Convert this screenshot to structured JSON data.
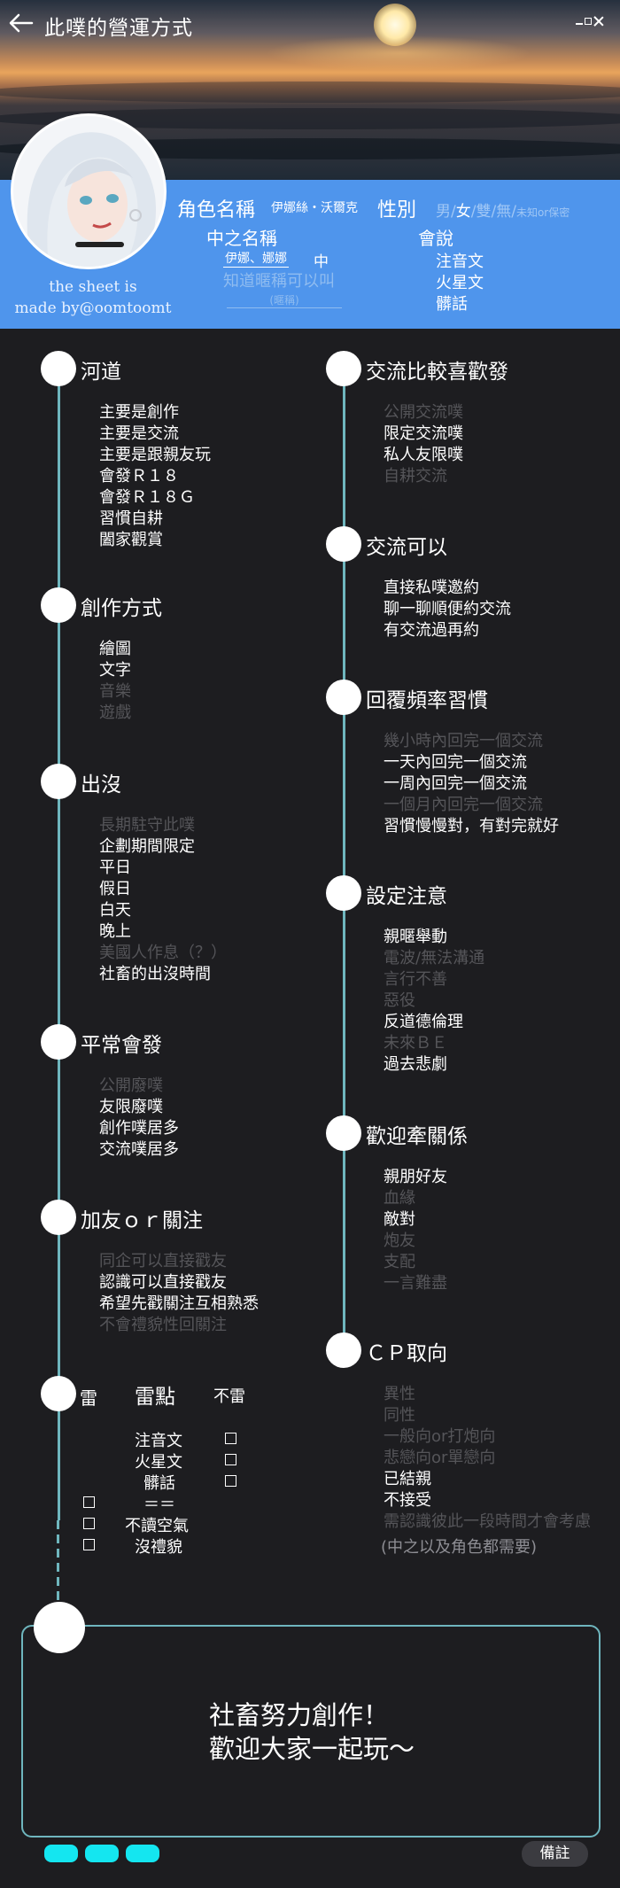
{
  "header": {
    "title": "此噗的營運方式",
    "character_label": "角色名稱",
    "character_name": "伊娜絲・沃爾克",
    "gender_label": "性別",
    "gender_options": {
      "male": "男",
      "female": "女",
      "both": "雙",
      "none": "無",
      "unknown": "未知or保密",
      "selected": "女"
    },
    "oc_name_label": "中之名稱",
    "oc_name_value": "伊娜、娜娜",
    "oc_name_suffix": "中",
    "oc_know_text": "知道暱稱可以叫",
    "oc_nickname_hint": "(暱稱)",
    "lang_label": "會說",
    "languages": [
      "注音文",
      "火星文",
      "髒話"
    ],
    "credit_line1": "the sheet is",
    "credit_line2": "made by@oomtoomt"
  },
  "sections": {
    "hedao": {
      "title": "河道",
      "items": [
        {
          "text": "主要是創作",
          "active": true
        },
        {
          "text": "主要是交流",
          "active": true
        },
        {
          "text": "主要是跟親友玩",
          "active": true
        },
        {
          "text": "會發Ｒ１８",
          "active": true
        },
        {
          "text": "會發Ｒ１８Ｇ",
          "active": true
        },
        {
          "text": "習慣自耕",
          "active": true
        },
        {
          "text": "闔家觀賞",
          "active": true
        }
      ]
    },
    "create": {
      "title": "創作方式",
      "items": [
        {
          "text": "繪圖",
          "active": true
        },
        {
          "text": "文字",
          "active": true
        },
        {
          "text": "音樂",
          "active": false
        },
        {
          "text": "遊戲",
          "active": false
        }
      ]
    },
    "appear": {
      "title": "出沒",
      "items": [
        {
          "text": "長期駐守此噗",
          "active": false
        },
        {
          "text": "企劃期間限定",
          "active": true
        },
        {
          "text": "平日",
          "active": true
        },
        {
          "text": "假日",
          "active": true
        },
        {
          "text": "白天",
          "active": true
        },
        {
          "text": "晚上",
          "active": true
        },
        {
          "text": "美國人作息（？）",
          "active": false
        },
        {
          "text": "社畜的出沒時間",
          "active": true
        }
      ]
    },
    "usual": {
      "title": "平常會發",
      "items": [
        {
          "text": "公開廢噗",
          "active": false
        },
        {
          "text": "友限廢噗",
          "active": true
        },
        {
          "text": "創作噗居多",
          "active": true
        },
        {
          "text": "交流噗居多",
          "active": true
        }
      ]
    },
    "friend": {
      "title": "加友ｏｒ關注",
      "items": [
        {
          "text": "同企可以直接戳友",
          "active": false
        },
        {
          "text": "認識可以直接戳友",
          "active": true
        },
        {
          "text": "希望先戳關注互相熟悉",
          "active": true
        },
        {
          "text": "不會禮貌性回關注",
          "active": false
        }
      ]
    },
    "mine": {
      "title_left": "雷",
      "title_mid": "雷點",
      "title_right": "不雷",
      "items": [
        "注音文",
        "火星文",
        "髒話",
        "＝＝",
        "不讀空氣",
        "沒禮貌"
      ]
    },
    "prefer": {
      "title": "交流比較喜歡發",
      "items": [
        {
          "text": "公開交流噗",
          "active": false
        },
        {
          "text": "限定交流噗",
          "active": true
        },
        {
          "text": "私人友限噗",
          "active": true
        },
        {
          "text": "自耕交流",
          "active": false
        }
      ]
    },
    "canexchange": {
      "title": "交流可以",
      "items": [
        {
          "text": "直接私噗邀約",
          "active": true
        },
        {
          "text": "聊一聊順便約交流",
          "active": true
        },
        {
          "text": "有交流過再約",
          "active": true
        }
      ]
    },
    "reply": {
      "title": "回覆頻率習慣",
      "items": [
        {
          "text": "幾小時內回完一個交流",
          "active": false
        },
        {
          "text": "一天內回完一個交流",
          "active": true
        },
        {
          "text": "一周內回完一個交流",
          "active": true
        },
        {
          "text": "一個月內回完一個交流",
          "active": false
        },
        {
          "text": "習慣慢慢對，有對完就好",
          "active": true
        }
      ]
    },
    "setting": {
      "title": "設定注意",
      "items": [
        {
          "text": "親暱舉動",
          "active": true
        },
        {
          "text": "電波/無法溝通",
          "active": false
        },
        {
          "text": "言行不善",
          "active": false
        },
        {
          "text": "惡役",
          "active": false
        },
        {
          "text": "反道德倫理",
          "active": true
        },
        {
          "text": "未來ＢＥ",
          "active": false
        },
        {
          "text": "過去悲劇",
          "active": true
        }
      ]
    },
    "relation": {
      "title": "歡迎牽關係",
      "items": [
        {
          "text": "親朋好友",
          "active": true
        },
        {
          "text": "血緣",
          "active": false
        },
        {
          "text": "敵對",
          "active": true
        },
        {
          "text": "炮友",
          "active": false
        },
        {
          "text": "支配",
          "active": false
        },
        {
          "text": "一言難盡",
          "active": false
        }
      ]
    },
    "cp": {
      "title": "ＣＰ取向",
      "items": [
        {
          "text": "異性",
          "active": false
        },
        {
          "text": "同性",
          "active": false
        },
        {
          "text": "一般向or打炮向",
          "active": false
        },
        {
          "text": "悲戀向or單戀向",
          "active": false
        },
        {
          "text": "已結親",
          "active": true
        },
        {
          "text": "不接受",
          "active": true
        },
        {
          "text": "需認識彼此一段時間才會考慮",
          "active": false
        }
      ],
      "note": "(中之以及角色都需要)"
    }
  },
  "footer": {
    "slogan_line1": "社畜努力創作！",
    "slogan_line2": "歡迎大家一起玩～",
    "note_button": "備註"
  }
}
